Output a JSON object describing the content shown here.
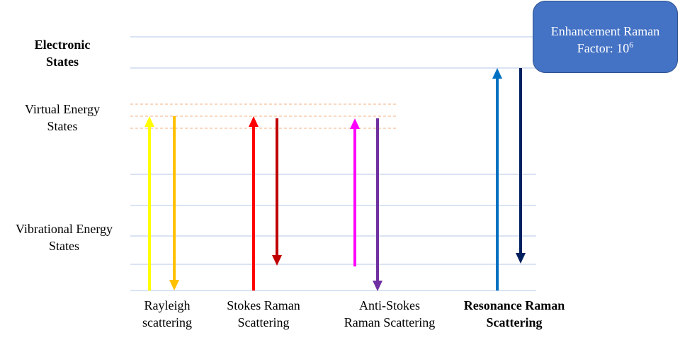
{
  "labels": {
    "electronic": [
      "Electronic",
      "States"
    ],
    "virtual": [
      "Virtual Energy",
      "States"
    ],
    "vibrational": [
      "Vibrational Energy",
      "States"
    ]
  },
  "captions": {
    "rayleigh": [
      "Rayleigh",
      "scattering"
    ],
    "stokes": [
      "Stokes Raman",
      "Scattering"
    ],
    "antistokes": [
      "Anti-Stokes",
      "Raman Scattering"
    ],
    "resonance": [
      "Resonance Raman",
      "Scattering"
    ]
  },
  "enhancement": {
    "line1": "Enhancement Raman",
    "line2_prefix": "Factor: 10",
    "exponent": "6"
  },
  "colors": {
    "level_line": "#b4c7e7",
    "virtual_line": "#f4b183",
    "rayleigh_up": "#ffff00",
    "rayleigh_down": "#ffc000",
    "stokes_up": "#ff0000",
    "stokes_down": "#c00000",
    "antistokes_up": "#ff00ff",
    "antistokes_down": "#7030a0",
    "resonance_up": "#0070c0",
    "resonance_down": "#002060",
    "enhancement_box": "#4472c4"
  },
  "transitions": [
    {
      "name": "rayleigh-excitation-arrow",
      "direction": "up",
      "color_key": "rayleigh_up"
    },
    {
      "name": "rayleigh-emission-arrow",
      "direction": "down",
      "color_key": "rayleigh_down"
    },
    {
      "name": "stokes-excitation-arrow",
      "direction": "up",
      "color_key": "stokes_up"
    },
    {
      "name": "stokes-emission-arrow",
      "direction": "down",
      "color_key": "stokes_down"
    },
    {
      "name": "antistokes-excitation-arrow",
      "direction": "up",
      "color_key": "antistokes_up"
    },
    {
      "name": "antistokes-emission-arrow",
      "direction": "down",
      "color_key": "antistokes_down"
    },
    {
      "name": "resonance-excitation-arrow",
      "direction": "up",
      "color_key": "resonance_up"
    },
    {
      "name": "resonance-emission-arrow",
      "direction": "down",
      "color_key": "resonance_down"
    }
  ]
}
